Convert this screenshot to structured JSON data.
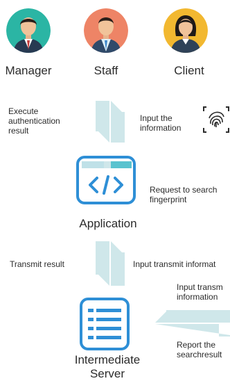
{
  "roles": [
    {
      "label": "Manager",
      "color": "#2bb5a4"
    },
    {
      "label": "Staff",
      "color": "#ee8466"
    },
    {
      "label": "Client",
      "color": "#f2b830"
    }
  ],
  "flow1": {
    "left_text": [
      "Execute",
      "authentication",
      "result"
    ],
    "right_text": [
      "Input the",
      "information"
    ]
  },
  "application": {
    "label": "Application",
    "side_text": [
      "Request to search",
      "fingerprint"
    ]
  },
  "flow2": {
    "left_text": "Transmit result",
    "right_text": "Input transmit informat"
  },
  "server": {
    "label_line1": "Intermediate",
    "label_line2": "Server",
    "right_top": [
      "Input transm",
      "information"
    ],
    "right_bottom": [
      "Report the",
      "searchresult"
    ]
  },
  "colors": {
    "accent_blue": "#2e8fd6",
    "arrow": "#cfe7ea"
  }
}
